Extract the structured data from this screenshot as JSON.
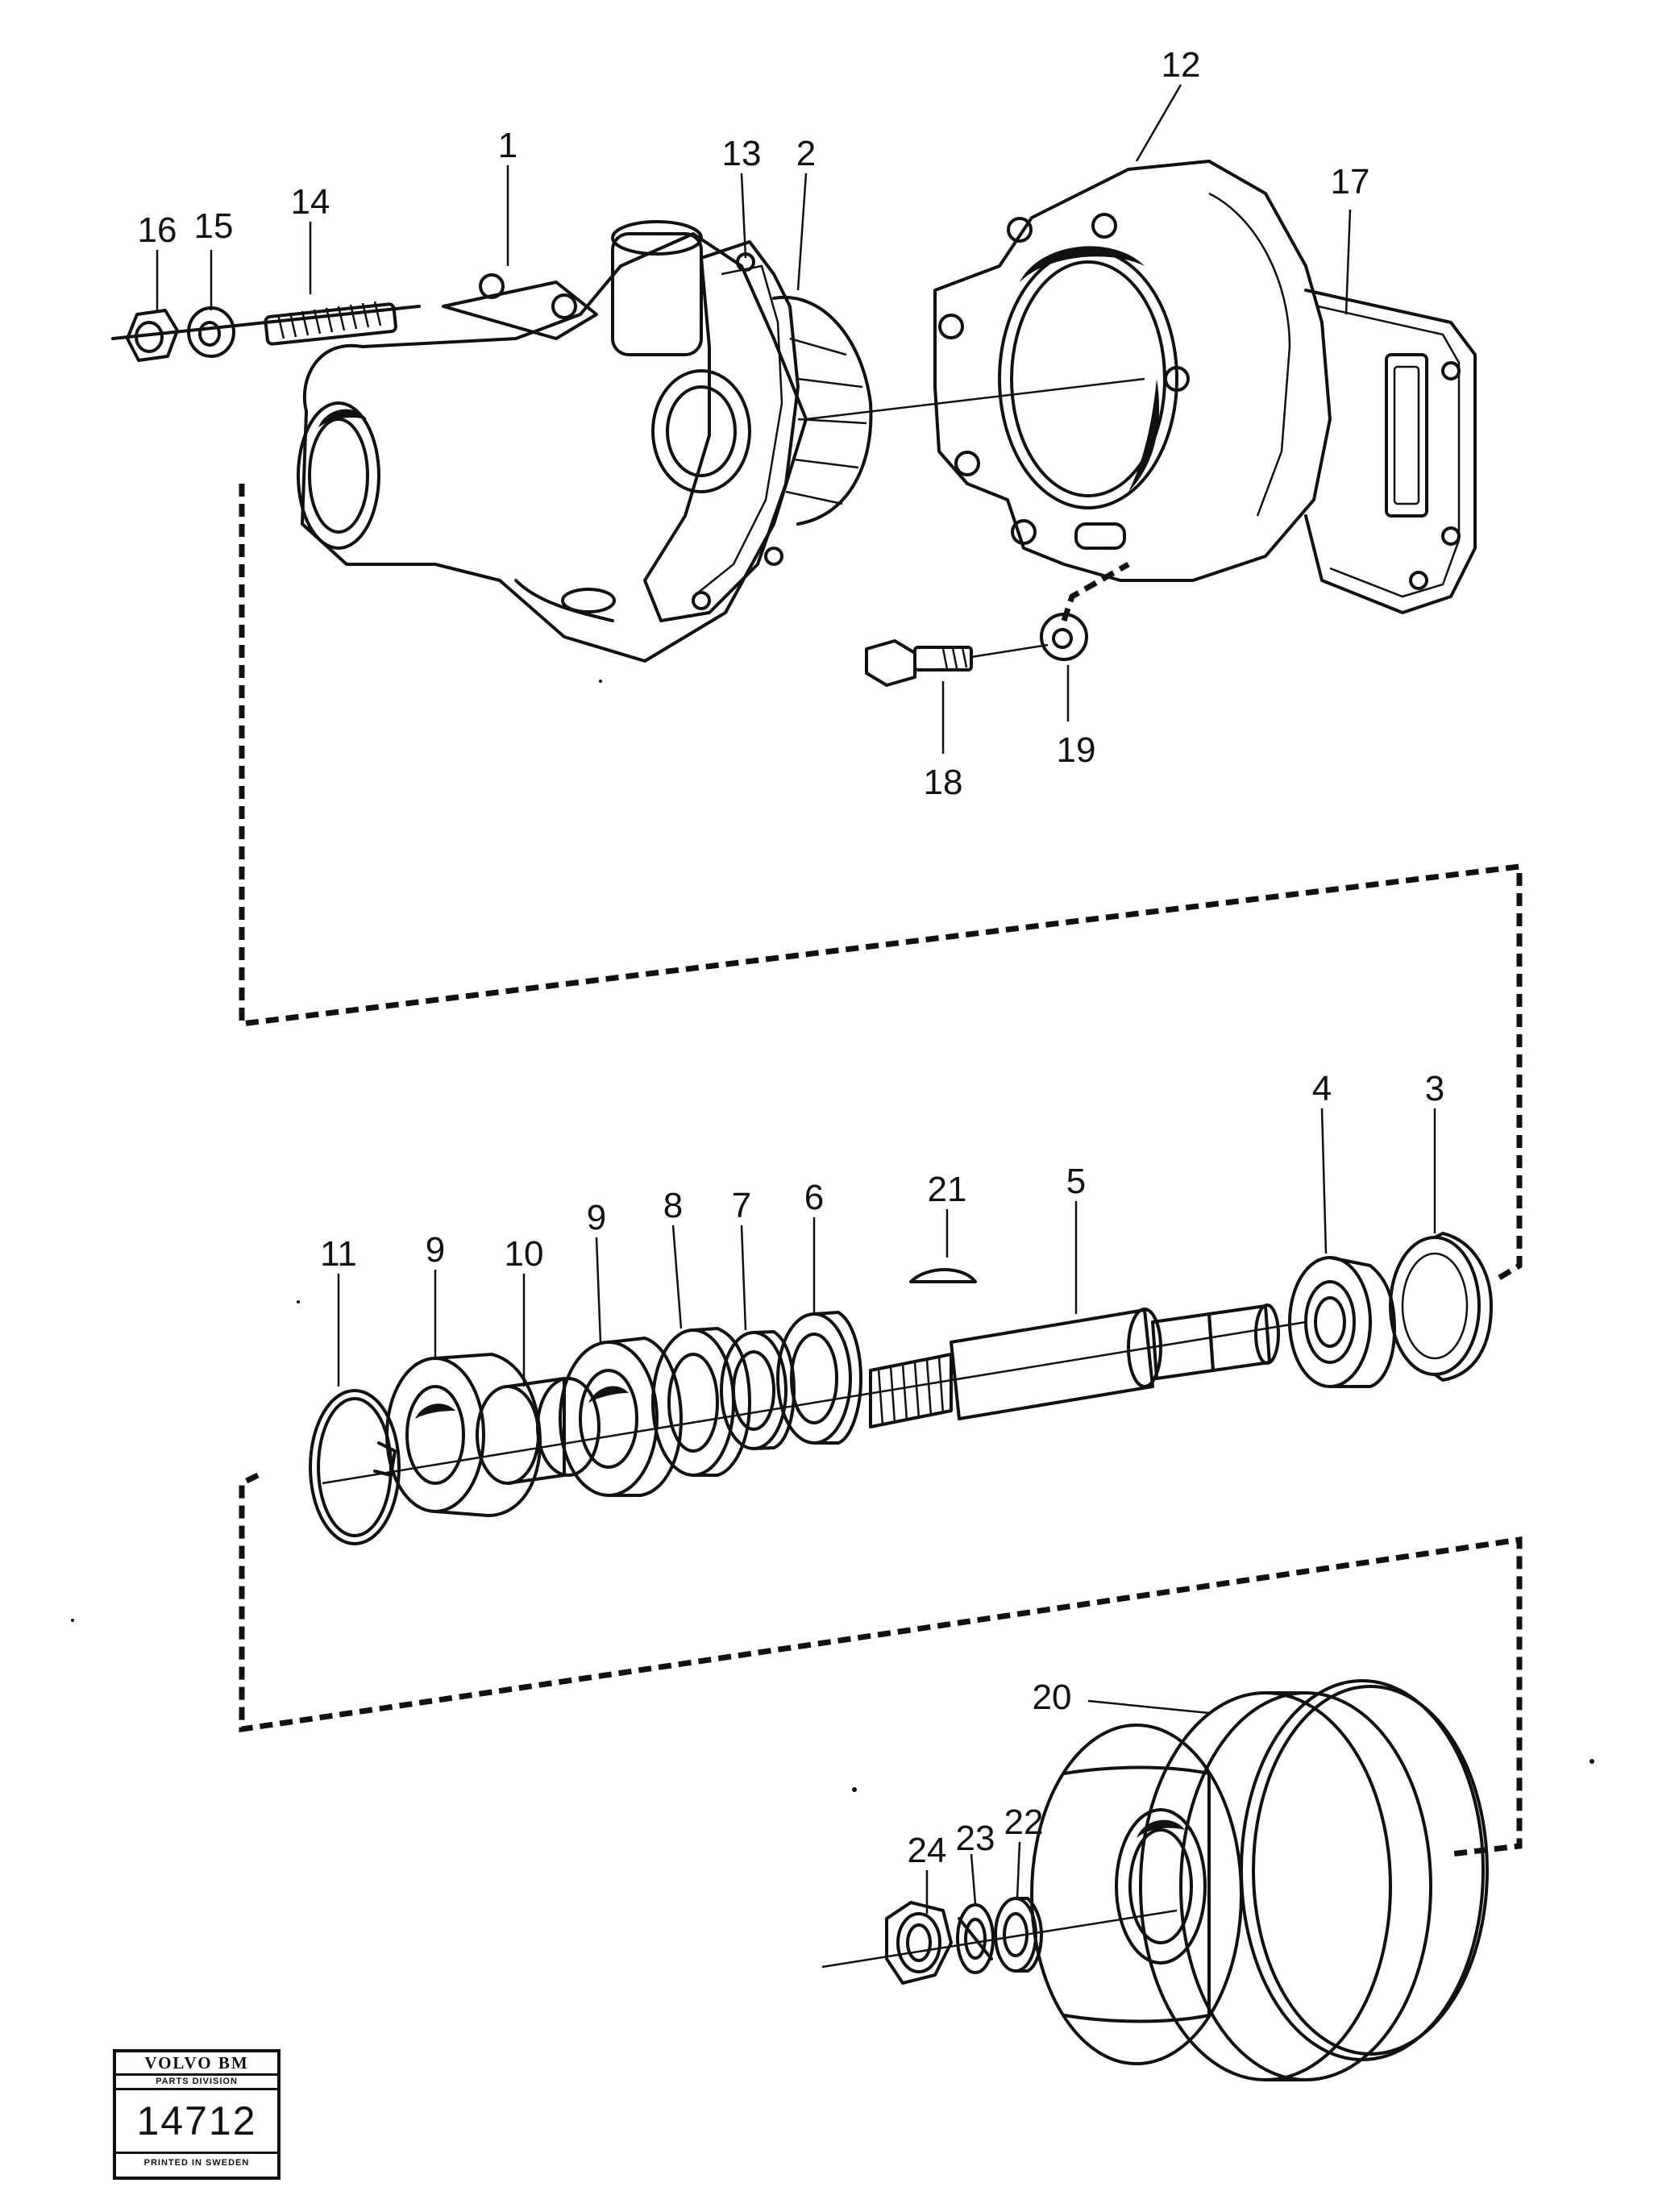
{
  "callouts": [
    "1",
    "2",
    "3",
    "4",
    "5",
    "6",
    "7",
    "8",
    "9",
    "9",
    "10",
    "11",
    "12",
    "13",
    "14",
    "15",
    "16",
    "17",
    "18",
    "19",
    "20",
    "21",
    "22",
    "23",
    "24"
  ],
  "stamp": {
    "brand": "VOLVO BM",
    "division": "PARTS DIVISION",
    "number": "14712",
    "printed": "PRINTED IN SWEDEN"
  }
}
